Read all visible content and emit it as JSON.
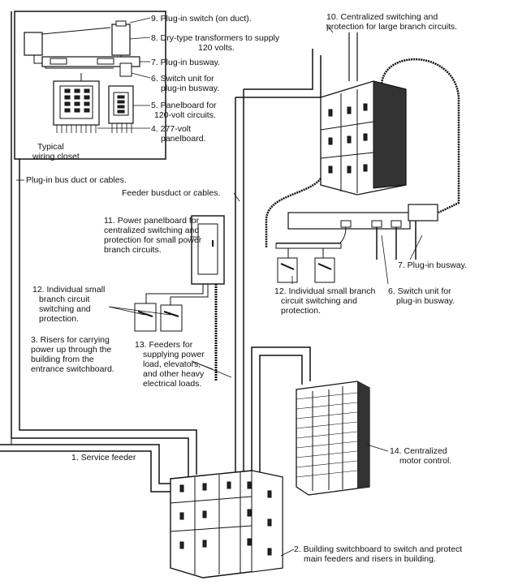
{
  "labels": {
    "l9": "9. Plug-in switch (on duct).",
    "l8a": "8. Dry-type transformers to supply",
    "l8b": "120 volts.",
    "l7a": "7. Plug-in busway.",
    "l6a": "6. Switch unit for",
    "l6b": "plug-in busway.",
    "l5a": "5. Panelboard for",
    "l5b": "120-volt circuits.",
    "l4a": "4. 277-volt",
    "l4b": "panelboard.",
    "closet1": "Typical",
    "closet2": "wiring closet",
    "l10a": "10. Centralized switching and",
    "l10b": "protection for large branch circuits.",
    "plugbus": "Plug-in bus duct or cables.",
    "feeder": "Feeder busduct or cables.",
    "l11a": "11. Power panelboard for",
    "l11b": "centralized switching and",
    "l11c": "protection for small power",
    "l11d": "branch circuits.",
    "l7b": "7. Plug-in busway.",
    "l12a_1": "12. Individual small",
    "l12a_2": "branch circuit",
    "l12a_3": "switching and",
    "l12a_4": "protection.",
    "l12b_1": "12. Individual small branch",
    "l12b_2": "circuit switching and",
    "l12b_3": "protection.",
    "l6c": "6. Switch unit for",
    "l6d": "plug-in busway.",
    "l3a": "3. Risers for carrying",
    "l3b": "power up through the",
    "l3c": "building from the",
    "l3d": "entrance switchboard.",
    "l13a": "13. Feeders for",
    "l13b": "supplying power",
    "l13c": "load, elevators,",
    "l13d": "and other heavy",
    "l13e": "electrical loads.",
    "l14a": "14. Centralized",
    "l14b": "motor control.",
    "l1": "1. Service feeder",
    "l2a": "2. Building switchboard to switch and protect",
    "l2b": "main feeders and risers in building."
  }
}
